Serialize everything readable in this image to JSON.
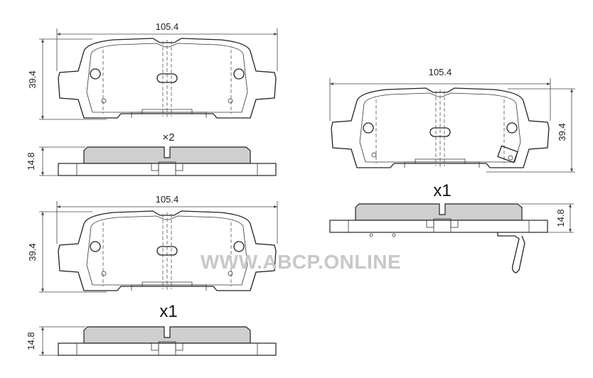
{
  "dimensions": {
    "top_left_width": "105.4",
    "top_left_height": "39.4",
    "top_left_thickness": "14.8",
    "bottom_left_width": "105.4",
    "bottom_left_height": "39.4",
    "bottom_left_thickness": "14.8",
    "right_width": "105.4",
    "right_height": "39.4",
    "right_thickness": "14.8"
  },
  "quantities": {
    "top_left": "×2",
    "bottom_left": "x1",
    "right": "x1"
  },
  "watermark": "WWW.ABCP.ONLINE"
}
